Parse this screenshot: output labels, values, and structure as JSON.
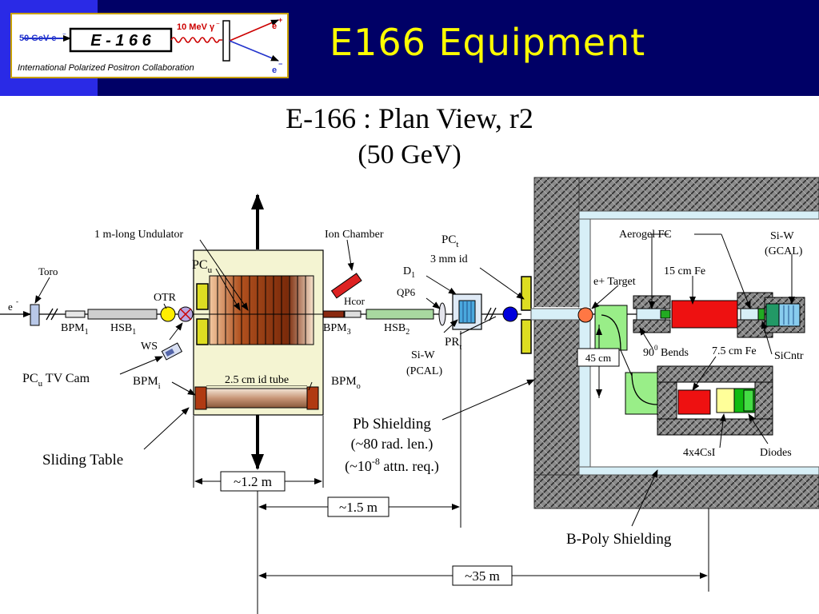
{
  "slide": {
    "title": "E166 Equipment"
  },
  "logo": {
    "beam": "50 GeV e",
    "beam_sup": "−",
    "experiment": "E - 1 6 6",
    "gamma": "10 MeV γ",
    "gamma_sup": "−",
    "e_plus": "e",
    "e_plus_sup": "+",
    "e_minus": "e",
    "e_minus_sup": "−",
    "collaboration": "International Polarized Positron Collaboration"
  },
  "diagram": {
    "title": "E-166 : Plan View, r2",
    "subtitle": "(50 GeV)",
    "labels": {
      "toro": "Toro",
      "e_minus": "e",
      "e_minus_sup": "-",
      "bpm1": "BPM",
      "bpm1_sub": "1",
      "hsb1": "HSB",
      "hsb1_sub": "1",
      "otr": "OTR",
      "ws": "WS",
      "pcu_tv_cam": "PC",
      "pcu_tv_cam_sub": "u",
      "pcu_tv_cam_rest": " TV Cam",
      "undulator": "1 m-long Undulator",
      "pcu": "PC",
      "pcu_sub": "u",
      "bpmi": "BPM",
      "bpmi_sub": "i",
      "tube": "2.5 cm id tube",
      "bpmo": "BPM",
      "bpmo_sub": "o",
      "sliding_table": "Sliding Table",
      "ion_chamber": "Ion Chamber",
      "hcor": "Hcor",
      "bpm3": "BPM",
      "bpm3_sub": "3",
      "hsb2": "HSB",
      "hsb2_sub": "2",
      "qp6": "QP6",
      "d1": "D",
      "d1_sub": "1",
      "pct": "PC",
      "pct_sub": "t",
      "pct_id": "3 mm id",
      "siw_pcal_1": "Si-W",
      "siw_pcal_2": "(PCAL)",
      "prt": "PR",
      "prt_sub": "t",
      "pb_1": "Pb Shielding",
      "pb_2": "(~80 rad. len.)",
      "pb_3a": "(~10",
      "pb_3sup": "-8",
      "pb_3b": " attn. req.)",
      "aerogel": "Aerogel FC",
      "siw_gcal_1": "Si-W",
      "siw_gcal_2": "(GCAL)",
      "e_target": "e+ Target",
      "fe15": "15 cm Fe",
      "cm45": "45 cm",
      "bends": "90",
      "bends_sup": "0",
      "bends_rest": " Bends",
      "fe75": "7.5 cm Fe",
      "sicntr": "SiCntr",
      "csi": "4x4CsI",
      "diodes": "Diodes",
      "bpoly": "B-Poly Shielding"
    },
    "dims": {
      "d1": "~1.2 m",
      "d2": "~1.5 m",
      "d3": "~35 m"
    }
  }
}
